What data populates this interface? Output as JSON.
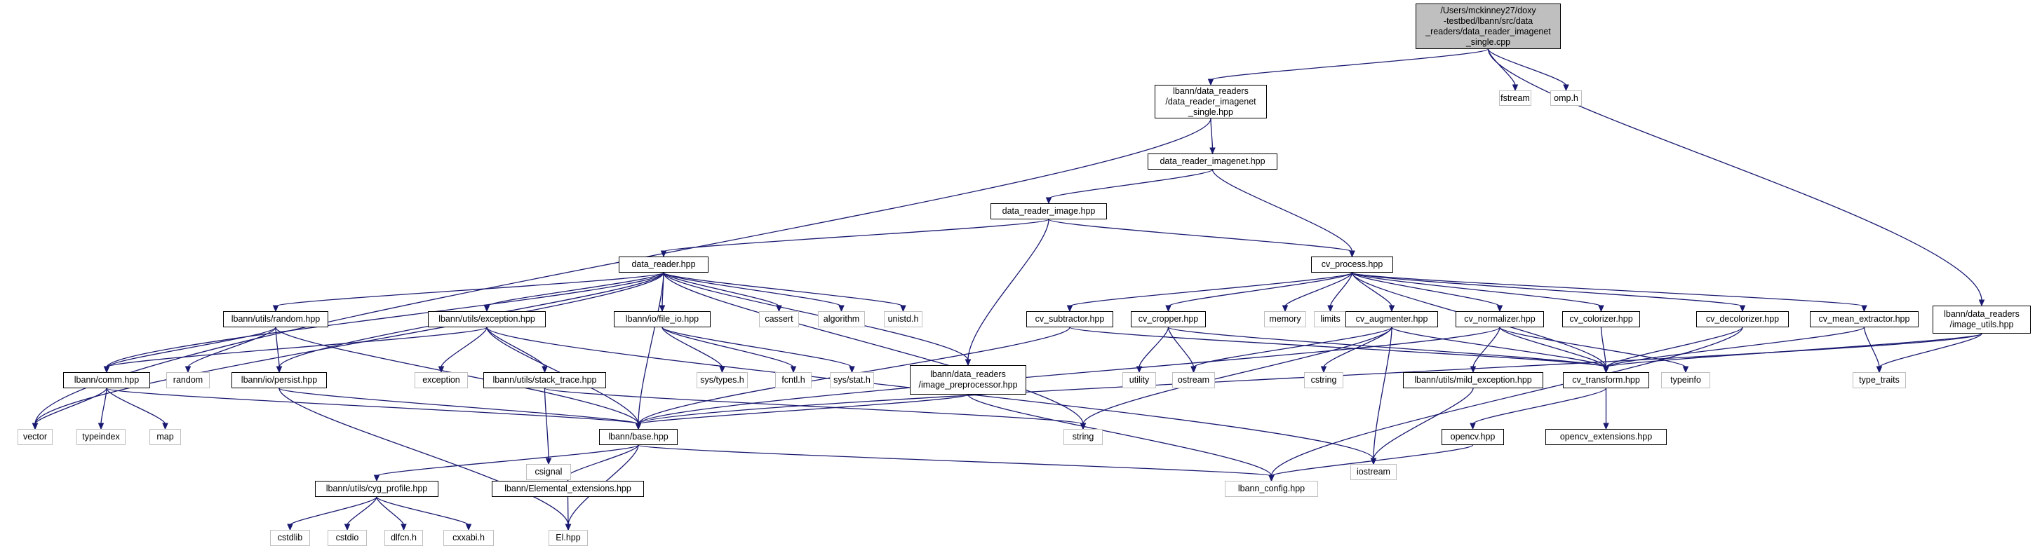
{
  "graph": {
    "colors": {
      "edge": "#191970",
      "node_border": "#000000",
      "external_border": "#bfbfbf",
      "root_fill": "#bfbfbf"
    },
    "nodes": [
      {
        "id": "root",
        "label": "/Users/mckinney27/doxy\n-testbed/lbann/src/data\n_readers/data_reader_imagenet\n_single.cpp",
        "kind": "root"
      },
      {
        "id": "dris_hpp",
        "label": "lbann/data_readers\n/data_reader_imagenet\n_single.hpp",
        "kind": "file"
      },
      {
        "id": "fstream",
        "label": "fstream",
        "kind": "external"
      },
      {
        "id": "omp",
        "label": "omp.h",
        "kind": "external"
      },
      {
        "id": "dri_hpp",
        "label": "data_reader_imagenet.hpp",
        "kind": "file"
      },
      {
        "id": "drimg",
        "label": "data_reader_image.hpp",
        "kind": "file"
      },
      {
        "id": "drh",
        "label": "data_reader.hpp",
        "kind": "file"
      },
      {
        "id": "cvp",
        "label": "cv_process.hpp",
        "kind": "file"
      },
      {
        "id": "rand",
        "label": "lbann/utils/random.hpp",
        "kind": "file"
      },
      {
        "id": "exc",
        "label": "lbann/utils/exception.hpp",
        "kind": "file"
      },
      {
        "id": "fio",
        "label": "lbann/io/file_io.hpp",
        "kind": "file"
      },
      {
        "id": "cassert",
        "label": "cassert",
        "kind": "external"
      },
      {
        "id": "algorithm",
        "label": "algorithm",
        "kind": "external"
      },
      {
        "id": "unistd",
        "label": "unistd.h",
        "kind": "external"
      },
      {
        "id": "cvsub",
        "label": "cv_subtractor.hpp",
        "kind": "file"
      },
      {
        "id": "cvcrop",
        "label": "cv_cropper.hpp",
        "kind": "file"
      },
      {
        "id": "memory",
        "label": "memory",
        "kind": "external"
      },
      {
        "id": "limits",
        "label": "limits",
        "kind": "external"
      },
      {
        "id": "cvaug",
        "label": "cv_augmenter.hpp",
        "kind": "file"
      },
      {
        "id": "cvnorm",
        "label": "cv_normalizer.hpp",
        "kind": "file"
      },
      {
        "id": "cvcol",
        "label": "cv_colorizer.hpp",
        "kind": "file"
      },
      {
        "id": "cvdecol",
        "label": "cv_decolorizer.hpp",
        "kind": "file"
      },
      {
        "id": "cvmean",
        "label": "cv_mean_extractor.hpp",
        "kind": "file"
      },
      {
        "id": "imgutils",
        "label": "lbann/data_readers\n/image_utils.hpp",
        "kind": "file"
      },
      {
        "id": "imgpre",
        "label": "lbann/data_readers\n/image_preprocessor.hpp",
        "kind": "file"
      },
      {
        "id": "comm",
        "label": "lbann/comm.hpp",
        "kind": "file"
      },
      {
        "id": "random",
        "label": "random",
        "kind": "external"
      },
      {
        "id": "persist",
        "label": "lbann/io/persist.hpp",
        "kind": "file"
      },
      {
        "id": "exception",
        "label": "exception",
        "kind": "external"
      },
      {
        "id": "stack",
        "label": "lbann/utils/stack_trace.hpp",
        "kind": "file"
      },
      {
        "id": "systypes",
        "label": "sys/types.h",
        "kind": "external"
      },
      {
        "id": "fcntl",
        "label": "fcntl.h",
        "kind": "external"
      },
      {
        "id": "sysstat",
        "label": "sys/stat.h",
        "kind": "external"
      },
      {
        "id": "utility",
        "label": "utility",
        "kind": "external"
      },
      {
        "id": "ostream",
        "label": "ostream",
        "kind": "external"
      },
      {
        "id": "cstring",
        "label": "cstring",
        "kind": "external"
      },
      {
        "id": "mild",
        "label": "lbann/utils/mild_exception.hpp",
        "kind": "file"
      },
      {
        "id": "cvtrans",
        "label": "cv_transform.hpp",
        "kind": "file"
      },
      {
        "id": "typeinfo",
        "label": "typeinfo",
        "kind": "external"
      },
      {
        "id": "type_traits",
        "label": "type_traits",
        "kind": "external"
      },
      {
        "id": "vector",
        "label": "vector",
        "kind": "external"
      },
      {
        "id": "typeindex",
        "label": "typeindex",
        "kind": "external"
      },
      {
        "id": "map",
        "label": "map",
        "kind": "external"
      },
      {
        "id": "base",
        "label": "lbann/base.hpp",
        "kind": "file"
      },
      {
        "id": "csignal",
        "label": "csignal",
        "kind": "external"
      },
      {
        "id": "string",
        "label": "string",
        "kind": "external"
      },
      {
        "id": "iostream",
        "label": "iostream",
        "kind": "external"
      },
      {
        "id": "opencv",
        "label": "opencv.hpp",
        "kind": "file"
      },
      {
        "id": "opencv_ext",
        "label": "opencv_extensions.hpp",
        "kind": "file"
      },
      {
        "id": "cyg",
        "label": "lbann/utils/cyg_profile.hpp",
        "kind": "file"
      },
      {
        "id": "elext",
        "label": "lbann/Elemental_extensions.hpp",
        "kind": "file"
      },
      {
        "id": "config",
        "label": "lbann_config.hpp",
        "kind": "external"
      },
      {
        "id": "cstdlib",
        "label": "cstdlib",
        "kind": "external"
      },
      {
        "id": "cstdio",
        "label": "cstdio",
        "kind": "external"
      },
      {
        "id": "dlfcn",
        "label": "dlfcn.h",
        "kind": "external"
      },
      {
        "id": "cxxabi",
        "label": "cxxabi.h",
        "kind": "external"
      },
      {
        "id": "elhpp",
        "label": "El.hpp",
        "kind": "external"
      }
    ],
    "edges": [
      [
        "root",
        "dris_hpp"
      ],
      [
        "root",
        "fstream"
      ],
      [
        "root",
        "omp"
      ],
      [
        "root",
        "imgutils"
      ],
      [
        "dris_hpp",
        "dri_hpp"
      ],
      [
        "dris_hpp",
        "vector"
      ],
      [
        "dri_hpp",
        "drimg"
      ],
      [
        "dri_hpp",
        "cvp"
      ],
      [
        "drimg",
        "drh"
      ],
      [
        "drimg",
        "cvp"
      ],
      [
        "drimg",
        "imgpre"
      ],
      [
        "drh",
        "comm"
      ],
      [
        "drh",
        "rand"
      ],
      [
        "drh",
        "exc"
      ],
      [
        "drh",
        "fio"
      ],
      [
        "drh",
        "cassert"
      ],
      [
        "drh",
        "algorithm"
      ],
      [
        "drh",
        "unistd"
      ],
      [
        "drh",
        "vector"
      ],
      [
        "drh",
        "persist"
      ],
      [
        "drh",
        "base"
      ],
      [
        "drh",
        "string"
      ],
      [
        "drh",
        "imgpre"
      ],
      [
        "cvp",
        "cvsub"
      ],
      [
        "cvp",
        "cvcrop"
      ],
      [
        "cvp",
        "memory"
      ],
      [
        "cvp",
        "limits"
      ],
      [
        "cvp",
        "cvaug"
      ],
      [
        "cvp",
        "cvnorm"
      ],
      [
        "cvp",
        "cvcol"
      ],
      [
        "cvp",
        "cvdecol"
      ],
      [
        "cvp",
        "cvmean"
      ],
      [
        "cvp",
        "cvtrans"
      ],
      [
        "rand",
        "comm"
      ],
      [
        "rand",
        "random"
      ],
      [
        "rand",
        "persist"
      ],
      [
        "rand",
        "base"
      ],
      [
        "exc",
        "comm"
      ],
      [
        "exc",
        "exception"
      ],
      [
        "exc",
        "stack"
      ],
      [
        "exc",
        "base"
      ],
      [
        "exc",
        "iostream"
      ],
      [
        "fio",
        "systypes"
      ],
      [
        "fio",
        "fcntl"
      ],
      [
        "fio",
        "sysstat"
      ],
      [
        "comm",
        "vector"
      ],
      [
        "comm",
        "typeindex"
      ],
      [
        "comm",
        "map"
      ],
      [
        "comm",
        "base"
      ],
      [
        "persist",
        "base"
      ],
      [
        "persist",
        "elhpp"
      ],
      [
        "stack",
        "csignal"
      ],
      [
        "stack",
        "string"
      ],
      [
        "imgpre",
        "base"
      ],
      [
        "imgpre",
        "config"
      ],
      [
        "cvsub",
        "cvtrans"
      ],
      [
        "cvsub",
        "base"
      ],
      [
        "cvcrop",
        "utility"
      ],
      [
        "cvcrop",
        "ostream"
      ],
      [
        "cvcrop",
        "cvtrans"
      ],
      [
        "cvaug",
        "ostream"
      ],
      [
        "cvaug",
        "cstring"
      ],
      [
        "cvaug",
        "cvtrans"
      ],
      [
        "cvaug",
        "iostream"
      ],
      [
        "cvaug",
        "string"
      ],
      [
        "cvnorm",
        "base"
      ],
      [
        "cvnorm",
        "mild"
      ],
      [
        "cvnorm",
        "cvtrans"
      ],
      [
        "cvnorm",
        "typeinfo"
      ],
      [
        "cvcol",
        "cvtrans"
      ],
      [
        "cvdecol",
        "cvtrans"
      ],
      [
        "cvdecol",
        "config"
      ],
      [
        "cvmean",
        "cvtrans"
      ],
      [
        "cvmean",
        "type_traits"
      ],
      [
        "imgutils",
        "cvtrans"
      ],
      [
        "imgutils",
        "base"
      ],
      [
        "imgutils",
        "type_traits"
      ],
      [
        "mild",
        "iostream"
      ],
      [
        "cvtrans",
        "opencv"
      ],
      [
        "cvtrans",
        "opencv_ext"
      ],
      [
        "opencv",
        "config"
      ],
      [
        "base",
        "cyg"
      ],
      [
        "base",
        "elext"
      ],
      [
        "base",
        "config"
      ],
      [
        "base",
        "elhpp"
      ],
      [
        "cyg",
        "cstdlib"
      ],
      [
        "cyg",
        "cstdio"
      ],
      [
        "cyg",
        "dlfcn"
      ],
      [
        "cyg",
        "cxxabi"
      ],
      [
        "elext",
        "elhpp"
      ]
    ]
  }
}
